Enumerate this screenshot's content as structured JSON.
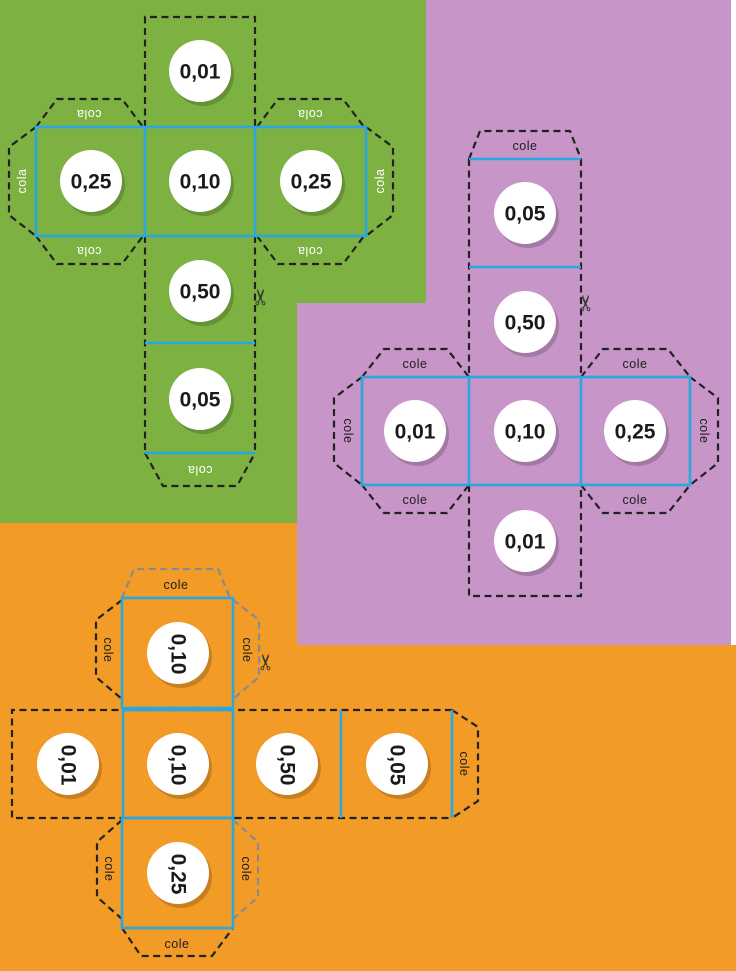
{
  "colors": {
    "green_panel": "#7db142",
    "purple_panel": "#c795c7",
    "orange_panel": "#f39b27",
    "fold_line_blue": "#2aa7e0",
    "cut_line": "#222222",
    "cut_line_gray": "#8a8a8a",
    "face_bubble": "#ffffff",
    "face_text": "#1a1a1a",
    "tab_text_green_net": "#ffffff",
    "tab_text_dark": "#1d1d1d"
  },
  "icons": {
    "scissors": "✂"
  },
  "nets": {
    "green": {
      "glue_label": "cola",
      "faces": {
        "top": "0,01",
        "mid_left": "0,25",
        "mid_center": "0,10",
        "mid_right": "0,25",
        "below_center": "0,50",
        "bottom": "0,05"
      }
    },
    "purple": {
      "glue_label": "cole",
      "faces": {
        "col_top": "0,05",
        "col_second": "0,50",
        "mid_left": "0,01",
        "mid_center": "0,10",
        "mid_right": "0,25",
        "bottom": "0,01"
      }
    },
    "orange": {
      "glue_label": "cole",
      "faces": {
        "top": "0,10",
        "row_1": "0,01",
        "row_2": "0,10",
        "row_3": "0,50",
        "row_4": "0,05",
        "bottom": "0,25"
      }
    }
  }
}
